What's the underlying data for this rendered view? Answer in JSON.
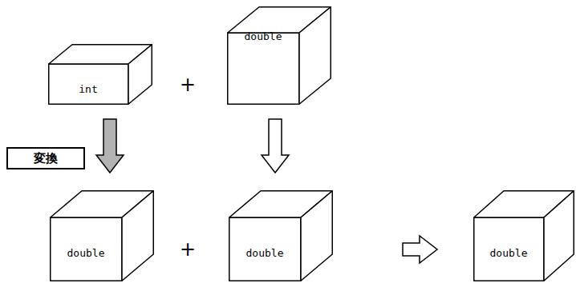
{
  "diagram": {
    "nodes": [
      {
        "text": [
          "int"
        ]
      },
      {
        "text": [
          "double"
        ]
      },
      {
        "text": [
          "変換"
        ]
      },
      {
        "text": [
          "double"
        ]
      },
      {
        "text": [
          "double"
        ]
      },
      {
        "text": [
          "double"
        ]
      }
    ],
    "edges": [
      {
        "from": 0,
        "to": 3,
        "arrow": "to"
      },
      {
        "from": 1,
        "to": 4,
        "arrow": "to"
      },
      {
        "from": 4,
        "to": 5,
        "arrow": "to"
      }
    ],
    "labels": [
      "+",
      "+"
    ]
  }
}
